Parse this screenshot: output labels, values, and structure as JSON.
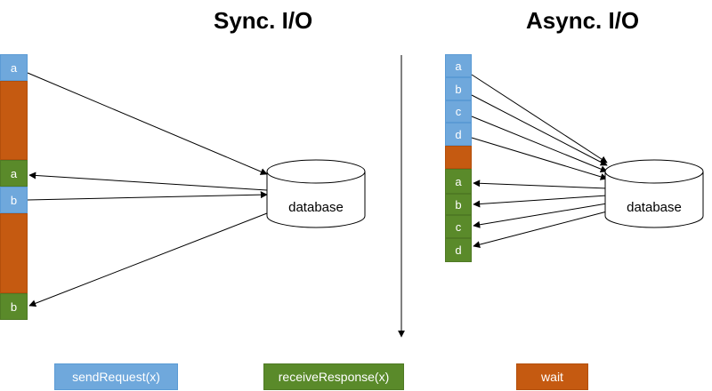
{
  "sync": {
    "title": "Sync. I/O",
    "blocks": [
      {
        "type": "send",
        "label": "a"
      },
      {
        "type": "wait",
        "label": ""
      },
      {
        "type": "recv",
        "label": "a"
      },
      {
        "type": "send",
        "label": "b"
      },
      {
        "type": "wait",
        "label": ""
      },
      {
        "type": "recv",
        "label": "b"
      }
    ],
    "database_label": "database"
  },
  "async": {
    "title": "Async. I/O",
    "blocks": [
      {
        "type": "send",
        "label": "a"
      },
      {
        "type": "send",
        "label": "b"
      },
      {
        "type": "send",
        "label": "c"
      },
      {
        "type": "send",
        "label": "d"
      },
      {
        "type": "wait",
        "label": ""
      },
      {
        "type": "recv",
        "label": "a"
      },
      {
        "type": "recv",
        "label": "b"
      },
      {
        "type": "recv",
        "label": "c"
      },
      {
        "type": "recv",
        "label": "d"
      }
    ],
    "database_label": "database"
  },
  "legend": {
    "send": "sendRequest(x)",
    "receive": "receiveResponse(x)",
    "wait": "wait"
  },
  "colors": {
    "send": "#6fa8dc",
    "receive": "#5a8a2a",
    "wait": "#c55a11"
  }
}
